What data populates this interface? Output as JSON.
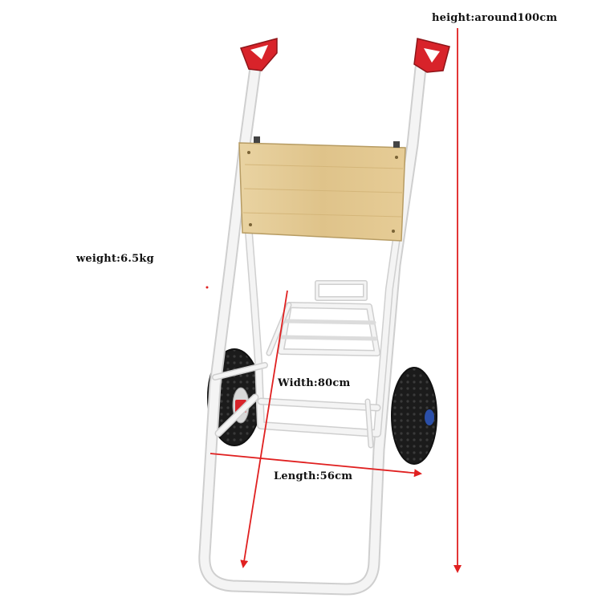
{
  "labels": {
    "height": "height:around100cm",
    "weight": "weight:6.5kg",
    "width": "Width:80cm",
    "length": "Length:56cm"
  },
  "colors": {
    "frame": "#f4f4f4",
    "frame_edge": "#cfcfcf",
    "handle": "#d8232a",
    "board": "#e2c88f",
    "board_edge": "#b79c63",
    "tire": "#1b1b1b",
    "hub": "#2b4fa8",
    "arrow": "#e02020"
  }
}
